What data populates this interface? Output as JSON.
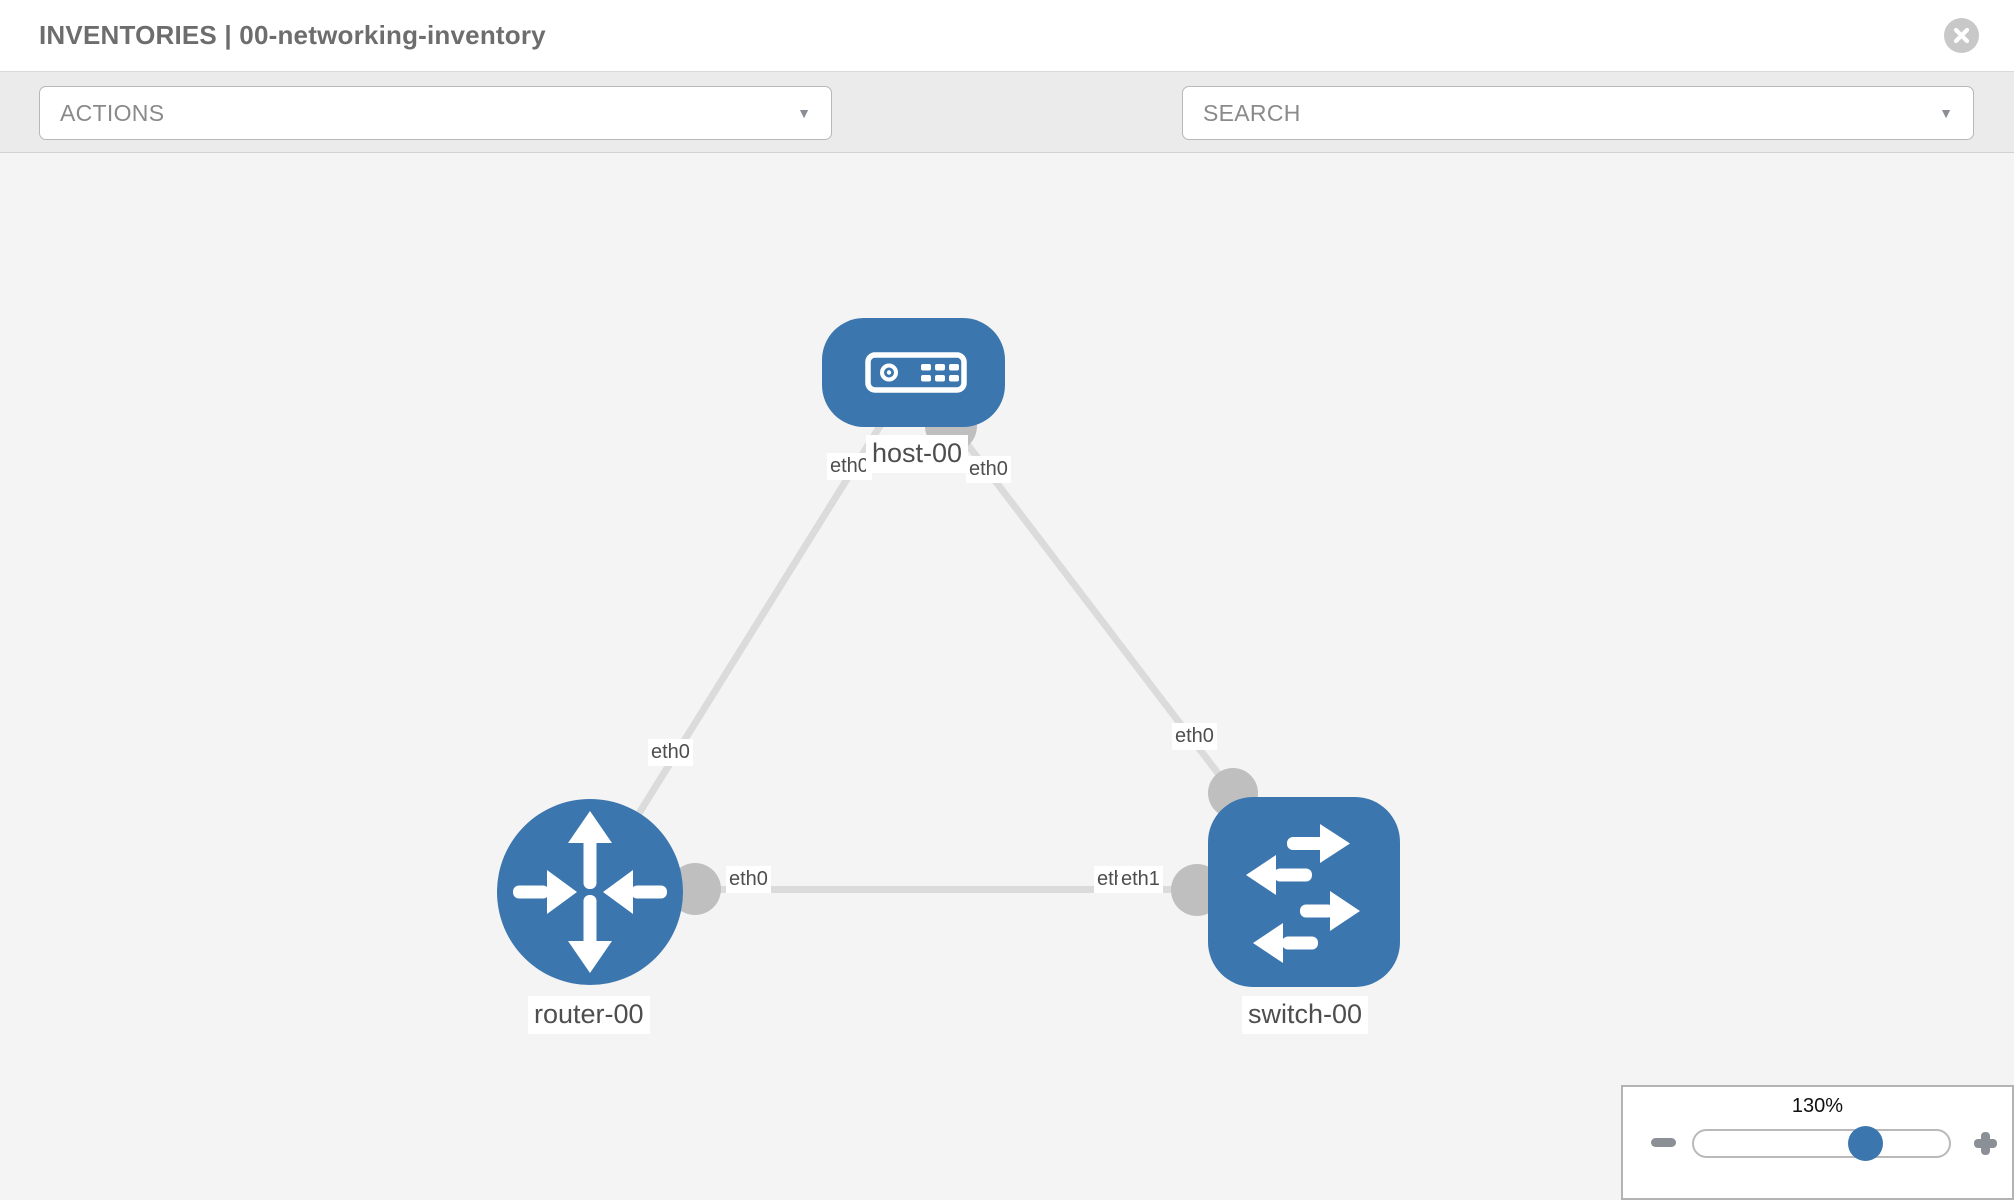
{
  "header": {
    "title": "INVENTORIES | 00-networking-inventory",
    "close_icon": "circle-x"
  },
  "toolbar": {
    "actions_label": "ACTIONS",
    "search_label": "SEARCH",
    "icons": [
      "wrench-icon",
      "key-icon"
    ]
  },
  "graph": {
    "nodes": [
      {
        "id": "host-00",
        "type": "host",
        "label": "host-00"
      },
      {
        "id": "router-00",
        "type": "router",
        "label": "router-00"
      },
      {
        "id": "switch-00",
        "type": "switch",
        "label": "switch-00"
      }
    ],
    "edges": [
      {
        "from": "router-00",
        "to": "host-00",
        "from_iface": "eth0",
        "to_iface": "eth0"
      },
      {
        "from": "host-00",
        "to": "switch-00",
        "from_iface": "eth0",
        "to_iface": "eth0"
      },
      {
        "from": "router-00",
        "to": "switch-00",
        "from_iface": "eth0",
        "to_iface": "eth1",
        "overlapped_iface": "eth0"
      }
    ]
  },
  "zoom": {
    "level": "130%",
    "slider_position_pct": 65
  },
  "colors": {
    "node_blue": "#3b76af",
    "port_gray": "#bfbfbf",
    "edge_gray": "#dbdbdb",
    "canvas_bg": "#f4f4f4",
    "toolbar_bg": "#ebebeb"
  }
}
